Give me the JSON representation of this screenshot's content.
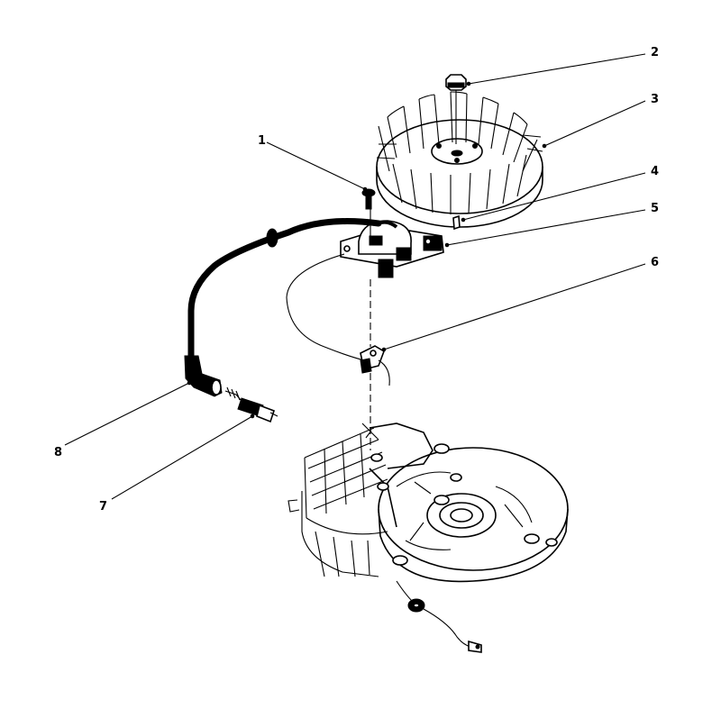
{
  "diagram": {
    "callouts": [
      {
        "id": "1",
        "label": "1"
      },
      {
        "id": "2",
        "label": "2"
      },
      {
        "id": "3",
        "label": "3"
      },
      {
        "id": "4",
        "label": "4"
      },
      {
        "id": "5",
        "label": "5"
      },
      {
        "id": "6",
        "label": "6"
      },
      {
        "id": "7",
        "label": "7"
      },
      {
        "id": "8",
        "label": "8"
      }
    ],
    "parts": [
      {
        "callout": "1",
        "name": "screw"
      },
      {
        "callout": "2",
        "name": "nut"
      },
      {
        "callout": "3",
        "name": "flywheel"
      },
      {
        "callout": "4",
        "name": "key"
      },
      {
        "callout": "5",
        "name": "ignition-module"
      },
      {
        "callout": "6",
        "name": "wire-clip"
      },
      {
        "callout": "7",
        "name": "spark-plug"
      },
      {
        "callout": "8",
        "name": "spark-plug-boot"
      }
    ],
    "colors": {
      "ink": "#000000",
      "paper": "#ffffff"
    }
  }
}
